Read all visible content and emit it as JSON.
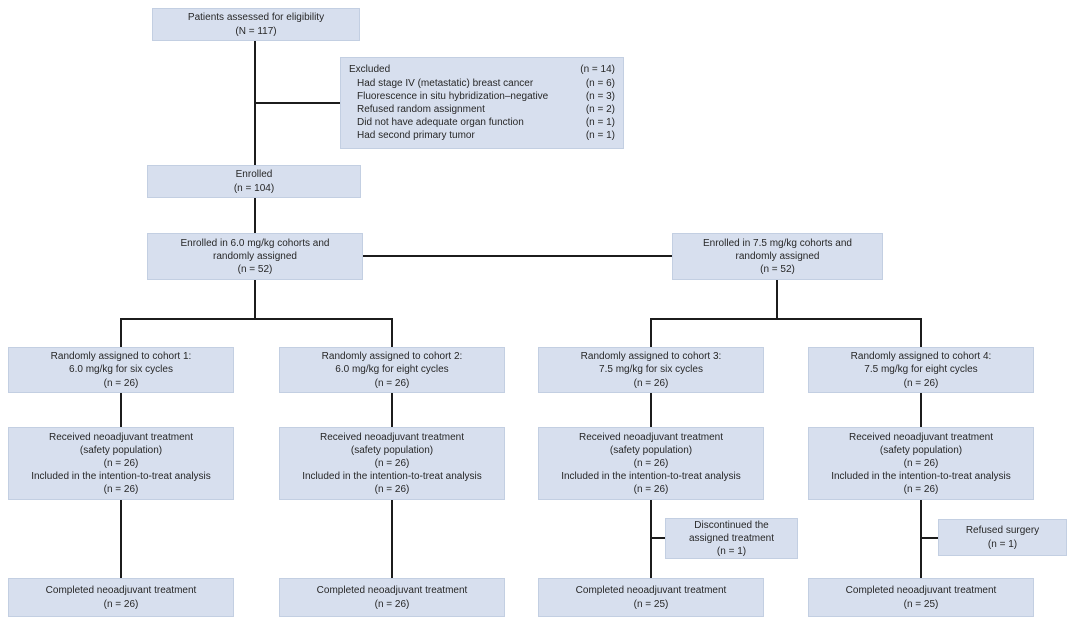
{
  "diagram": {
    "type": "consort-patient-flow",
    "colors": {
      "box_fill": "#d7dfee",
      "box_border": "#c3cfe2",
      "connector": "#1c1c1c",
      "text": "#272727",
      "background": "#ffffff"
    },
    "boxes": {
      "eligibility": {
        "lines": [
          "Patients assessed for eligibility",
          "(N = 117)"
        ]
      },
      "excluded": {
        "rows": [
          {
            "label": "Excluded",
            "count": "(n = 14)"
          },
          {
            "label": "Had stage IV (metastatic) breast cancer",
            "count": "(n = 6)"
          },
          {
            "label": "Fluorescence in situ hybridization–negative",
            "count": "(n = 3)"
          },
          {
            "label": "Refused random assignment",
            "count": "(n = 2)"
          },
          {
            "label": "Did not have adequate organ function",
            "count": "(n = 1)"
          },
          {
            "label": "Had second primary tumor",
            "count": "(n = 1)"
          }
        ]
      },
      "enrolled": {
        "lines": [
          "Enrolled",
          "(n = 104)"
        ]
      },
      "enrolled_6_0": {
        "lines": [
          "Enrolled in 6.0 mg/kg cohorts and",
          "randomly assigned",
          "(n = 52)"
        ]
      },
      "enrolled_7_5": {
        "lines": [
          "Enrolled in 7.5 mg/kg cohorts and",
          "randomly assigned",
          "(n = 52)"
        ]
      },
      "cohort_1": {
        "lines": [
          "Randomly assigned to cohort 1:",
          "6.0 mg/kg for six cycles",
          "(n = 26)"
        ]
      },
      "cohort_2": {
        "lines": [
          "Randomly assigned to cohort 2:",
          "6.0 mg/kg for eight cycles",
          "(n = 26)"
        ]
      },
      "cohort_3": {
        "lines": [
          "Randomly assigned to cohort 3:",
          "7.5 mg/kg for six cycles",
          "(n = 26)"
        ]
      },
      "cohort_4": {
        "lines": [
          "Randomly assigned to cohort 4:",
          "7.5 mg/kg for eight cycles",
          "(n = 26)"
        ]
      },
      "received_1": {
        "lines": [
          "Received neoadjuvant treatment",
          "(safety population)",
          "(n = 26)",
          "Included in the intention-to-treat analysis",
          "(n = 26)"
        ]
      },
      "received_2": {
        "lines": [
          "Received neoadjuvant treatment",
          "(safety population)",
          "(n = 26)",
          "Included in the intention-to-treat analysis",
          "(n = 26)"
        ]
      },
      "received_3": {
        "lines": [
          "Received neoadjuvant treatment",
          "(safety population)",
          "(n = 26)",
          "Included in the intention-to-treat analysis",
          "(n = 26)"
        ]
      },
      "received_4": {
        "lines": [
          "Received neoadjuvant treatment",
          "(safety population)",
          "(n = 26)",
          "Included in the intention-to-treat analysis",
          "(n = 26)"
        ]
      },
      "discontinued": {
        "lines": [
          "Discontinued the",
          "assigned treatment",
          "(n = 1)"
        ]
      },
      "refused_surgery": {
        "lines": [
          "Refused surgery",
          "(n = 1)"
        ]
      },
      "completed_1": {
        "lines": [
          "Completed neoadjuvant treatment",
          "(n = 26)"
        ]
      },
      "completed_2": {
        "lines": [
          "Completed neoadjuvant treatment",
          "(n = 26)"
        ]
      },
      "completed_3": {
        "lines": [
          "Completed neoadjuvant treatment",
          "(n = 25)"
        ]
      },
      "completed_4": {
        "lines": [
          "Completed neoadjuvant treatment",
          "(n = 25)"
        ]
      }
    }
  }
}
